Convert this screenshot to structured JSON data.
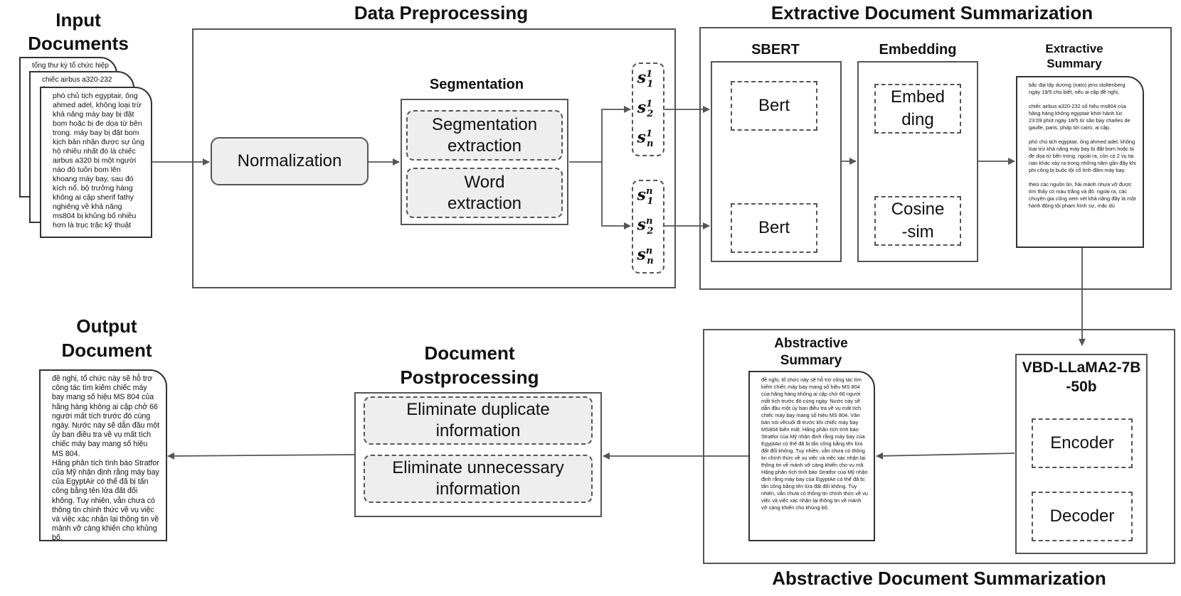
{
  "titles": {
    "input_documents": "Input\nDocuments",
    "data_preprocessing": "Data Preprocessing",
    "extractive": "Extractive Document Summarization",
    "output_document": "Output\nDocument",
    "postprocessing": "Document\nPostprocessing",
    "abstractive": "Abstractive Document Summarization"
  },
  "preprocessing": {
    "normalization": "Normalization",
    "segmentation_title": "Segmentation",
    "segmentation_extraction": "Segmentation\nextraction",
    "word_extraction": "Word\nextraction"
  },
  "tokens": {
    "group1": [
      {
        "base": "s",
        "sup": "1",
        "sub": "1"
      },
      {
        "base": "s",
        "sup": "1",
        "sub": "2"
      },
      {
        "base": "s",
        "sup": "1",
        "sub": "n"
      }
    ],
    "group2": [
      {
        "base": "s",
        "sup": "n",
        "sub": "1"
      },
      {
        "base": "s",
        "sup": "n",
        "sub": "2"
      },
      {
        "base": "s",
        "sup": "n",
        "sub": "n"
      }
    ]
  },
  "extractive": {
    "sbert_title": "SBERT",
    "bert_1": "Bert",
    "bert_2": "Bert",
    "embedding_title": "Embedding",
    "embed": "Embed\nding",
    "cosine": "Cosine\n-sim",
    "summary_title": "Extractive\nSummary",
    "summary_text": "bắc đại tây dương (nato) jens stoltenberg ngày 19/5 cho biết, nếu ai cập đề nghị,\n\nchiếc airbus a320-232 số hiệu ms804 của hãng hàng không egyptair khởi hành lúc 23:09 phút ngày 18/5 từ sân bay charles de gaulle, paris, pháp tới cairo, ai cập.\n\nphó chủ tịch egyptair, ông ahmed adel, không loại trừ khả năng máy bay bị đặt bom hoặc bị đe dọa từ bên trong. ngoài ra, còn có 2 vụ tai nạn khác xảy ra trong những năm gần đây khi phi công bị buộc tội cố tình đâm máy bay.\n\ntheo các nguồn tin, hải mảnh nhựa vỡ được tìm thấy có màu trắng và đỏ. ngoài ra, các chuyên gia cũng xem xét khả năng đây là một hành động tội phạm hình sự, mặc dù"
  },
  "input_docs": {
    "back_text": "tổng thư ký tổ chức hiệp ước\nu\n(\nh\ne\n2\ns\na\nn\nti\nn\nm\nc\nc\nn\nti\nk\nc\nb\nn\nv\nk\nti\nc",
    "middle_text": "chiếc airbus a320-232\ns\nh\ne\n2\ns\na\nn\nti\nn\nm\nc\nc\nn\nti\nk\nc\nb\nn\nv\nk\nti\nc",
    "front_text": "phó chủ tịch egyptair, ông ahmed adel, không loại trừ khả năng máy bay bị đặt bom hoặc bị đe dọa từ bên trong. máy bay bị đặt bom kịch bản nhận được sự ủng hộ nhiều nhất đó là chiếc airbus a320 bị một người nào đó tuồn bom lên khoang máy bay, sau đó kích nổ. bộ trưởng hàng không ai cập sherif fathy nghiêng về khả năng ms804 bị khủng bố nhiều hơn là trục trặc kỹ thuật"
  },
  "abstractive": {
    "model_title": "VBD-LLaMA2-7B\n-50b",
    "encoder": "Encoder",
    "decoder": "Decoder",
    "summary_title": "Abstractive\nSummary",
    "summary_text": "đề nghị, tổ chức này sẽ hỗ trợ công tác tìm kiếm chiếc máy bay mang số hiệu MS 804 của hãng hàng không ai cập chở 66 người mất tích trước đó cùng ngày. Nước này sẽ dẫn đầu một ủy ban điều tra về vụ mất tích chiếc máy bay mang số hiệu MS 804. Văn bản nói vềcuối đi trước khi chiếc máy bay MS804 biến mất. Hãng phân tích tình báo Stratfor của Mỹ nhận định rằng máy bay của EgyptAir có thể đã bị tấn công bằng tên lửa đất đối không. Tuy nhiên, vẫn chưa có thông tin chính thức về vụ việc và việc xác nhận lại thông tin về mảnh vỡ càng khiến cho vụ mã Hãng phân tích tình báo Stratfor của Mỹ nhận định rằng máy bay của EgyptAir có thể đã bị tấn công bằng tên lửa đất đối không. Tuy nhiên, vẫn chưa có thông tin chính thức về vụ việc và việc xác nhận lại thông tin về mảnh vỡ càng khiến cho khủng bố."
  },
  "postprocessing": {
    "eliminate_duplicate": "Eliminate duplicate\ninformation",
    "eliminate_unnecessary": "Eliminate unnecessary\ninformation"
  },
  "output": {
    "text": "đề nghị, tổ chức này sẽ hỗ trợ công tác tìm kiếm chiếc máy bay mang số hiệu MS 804 của hãng hàng không ai cập chở 66 người mất tích trước đó cùng ngày. Nước này sẽ dẫn đầu một ủy ban điều tra về vụ mất tích chiếc máy bay mang số hiệu MS 804.\nHãng phân tích tình báo Stratfor của Mỹ nhận định rằng máy bay của EgyptAir có thể đã bị tấn công bằng tên lửa đất đối không. Tuy nhiên, vẫn chưa có thông tin chính thức về vụ việc và việc xác nhận lại thông tin về mảnh vỡ càng khiến cho khủng bố."
  }
}
